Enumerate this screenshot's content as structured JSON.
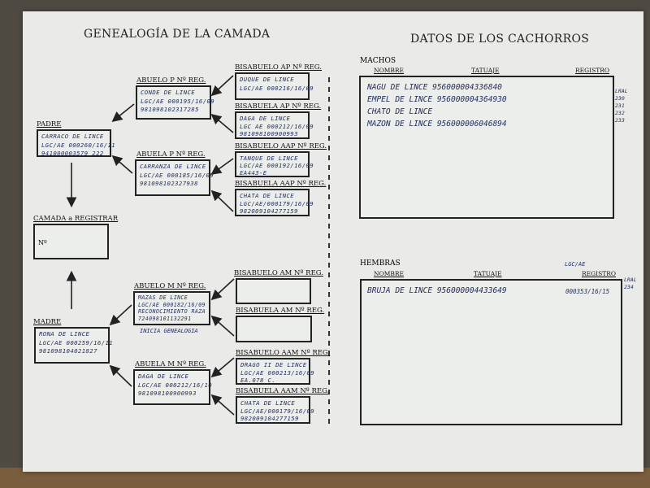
{
  "left_title": "GENEALOGÍA DE LA CAMADA",
  "right_title": "DATOS DE LOS CACHORROS",
  "padre": {
    "label": "PADRE",
    "lines": [
      "CARRACO DE LINCE",
      "LGC/AE 000260/16/11",
      "941000003579 222"
    ]
  },
  "camada": {
    "label": "CAMADA a REGISTRAR",
    "field": "Nº"
  },
  "madre": {
    "label": "MADRE",
    "lines": [
      "RONA DE LINCE",
      "LGC/AE 000259/16/11",
      "981098104021827"
    ]
  },
  "abuelo_p": {
    "label": "ABUELO P Nº REG.",
    "lines": [
      "CONDE DE LINCE",
      "LGC/AE 000195/16/09",
      "981098102317285"
    ]
  },
  "abuela_p": {
    "label": "ABUELA P Nº REG.",
    "lines": [
      "CARRANZA DE LINCE",
      "LGC/AE 000185/16/09",
      "981098102327938"
    ]
  },
  "abuelo_m": {
    "label": "ABUELO M Nº REG.",
    "lines": [
      "MAZAS DE LINCE",
      "LGC/AE 000182/16/09",
      "RECONOCIMIENTO RAZA",
      "724098101132291"
    ],
    "note": "INICIA GENEALOGIA"
  },
  "abuela_m": {
    "label": "ABUELA M Nº REG.",
    "lines": [
      "DAGA DE LINCE",
      "LGC/AE 000212/16/10",
      "981098100900993"
    ]
  },
  "bisabuelo_ap": {
    "label": "BISABUELO AP Nº REG.",
    "lines": [
      "DUQUE DE LINCE",
      "LGC/AE 000216/16/09"
    ]
  },
  "bisabuela_ap": {
    "label": "BISABUELA AP Nº REG.",
    "lines": [
      "DAGA DE LINCE",
      "LGC AE 000212/16/09",
      "981098100900993"
    ]
  },
  "bisabuelo_aap": {
    "label": "BISABUELO AAP Nº REG.",
    "lines": [
      "TANQUE DE LINCE",
      "LGC/AE 000192/16/09",
      "EA443-E"
    ]
  },
  "bisabuela_aap": {
    "label": "BISABUELA AAP Nº REG.",
    "lines": [
      "CHATA DE LINCE",
      "LGC/AE/000179/16/09",
      "982009104277159"
    ]
  },
  "bisabuelo_am": {
    "label": "BISABUELO AM Nº REG.",
    "lines": []
  },
  "bisabuela_am": {
    "label": "BISABUELA AM Nº REG.",
    "lines": []
  },
  "bisabuelo_aam": {
    "label": "BISABUELO AAM Nº REG.",
    "lines": [
      "DRAGO II DE LINCE",
      "LGC/AE 000213/16/09",
      "EA.078 C."
    ]
  },
  "bisabuela_aam": {
    "label": "BISABUELA AAM Nº REG.",
    "lines": [
      "CHATA DE LINCE",
      "LGC/AE/000179/16/09",
      "982009104277159"
    ]
  },
  "machos": {
    "label": "MACHOS",
    "columns": [
      "NOMBRE",
      "TATUAJE",
      "REGISTRO"
    ],
    "rows": [
      {
        "name": "NAGU DE LINCE",
        "tatuaje": "956000004336840"
      },
      {
        "name": "EMPEL DE LINCE",
        "tatuaje": "956000004364930"
      },
      {
        "name": "CHATO DE LINCE",
        "tatuaje": ""
      },
      {
        "name": "MAZON DE LINCE",
        "tatuaje": "956000006046894"
      }
    ],
    "margin_notes": [
      "LRAL",
      "230",
      "231",
      "232",
      "233"
    ]
  },
  "hembras": {
    "label": "HEMBRAS",
    "prefix_note": "LGC/AE",
    "columns": [
      "NOMBRE",
      "TATUAJE",
      "REGISTRO"
    ],
    "rows": [
      {
        "name": "BRUJA DE LINCE",
        "tatuaje": "956000004433649",
        "registro": "000353/16/15"
      }
    ],
    "margin_notes": [
      "LRAL",
      "234"
    ]
  }
}
